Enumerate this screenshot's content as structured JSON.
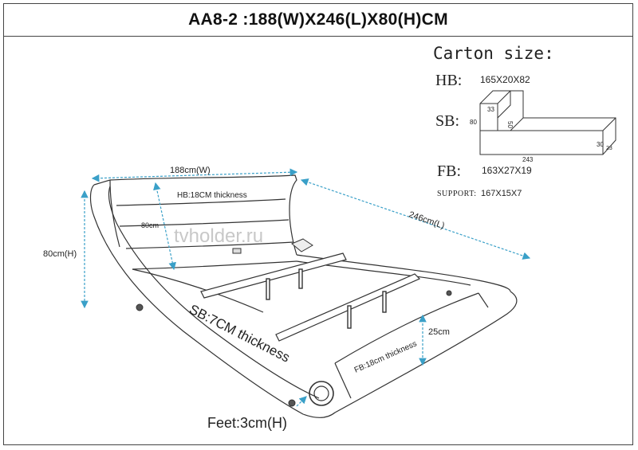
{
  "title": "AA8-2 :188(W)X246(L)X80(H)CM",
  "carton": {
    "heading": "Carton size:",
    "hb_label": "HB:",
    "hb_value": "165X20X82",
    "sb_label": "SB:",
    "sb_dims": {
      "d1": "33",
      "d2": "50",
      "d3": "80",
      "d4": "243",
      "d5": "30",
      "d6": "23"
    },
    "fb_label": "FB:",
    "fb_value": "163X27X19",
    "support_label": "SUPPORT:",
    "support_value": "167X15X7"
  },
  "bed": {
    "width_label": "188cm(W)",
    "length_label": "246cm(L)",
    "height_label": "80cm(H)",
    "hb_thickness": "HB:18CM thickness",
    "hb_inner_height": "80cm",
    "sb_thickness": "SB:7CM thickness",
    "fb_thickness": "FB:18cm thickness",
    "fb_height": "25cm",
    "feet": "Feet:3cm(H)",
    "watermark": "tvholder.ru"
  },
  "colors": {
    "dimension": "#3aa0c8",
    "outline": "#333333",
    "watermark": "#c8c8c8"
  }
}
